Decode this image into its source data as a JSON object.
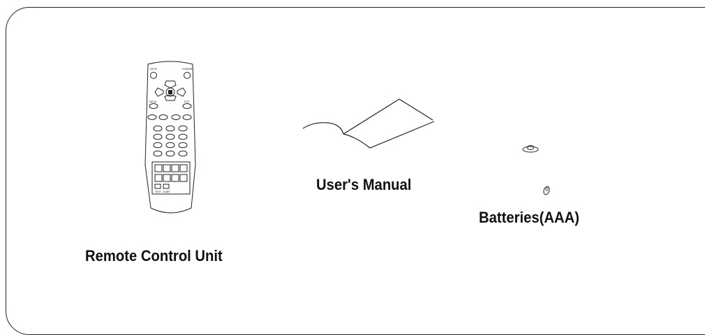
{
  "items": [
    {
      "label": "Remote Control Unit"
    },
    {
      "label": "User's Manual"
    },
    {
      "label": "Batteries(AAA)"
    }
  ],
  "remote": {
    "top_left_label": "MUTE",
    "top_right_label": "STANDBY",
    "menu_label": "MENU",
    "exit_label": "EXIT",
    "text_label": "TEXT",
    "subp_label": "SUBP"
  }
}
